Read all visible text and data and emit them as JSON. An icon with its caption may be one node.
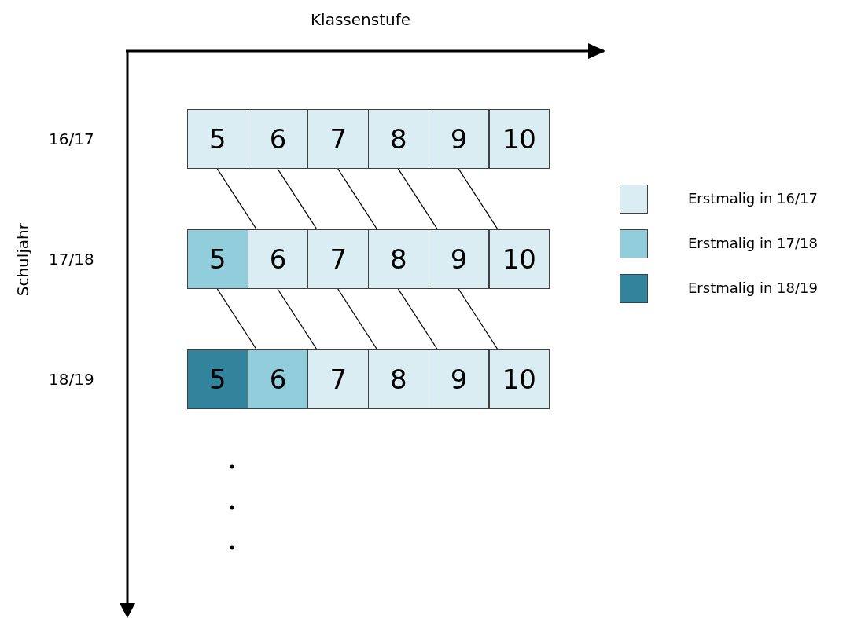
{
  "diagram": {
    "nodes": [
      {
        "text": [
          "5"
        ]
      },
      {
        "text": [
          "6"
        ]
      },
      {
        "text": [
          "7"
        ]
      },
      {
        "text": [
          "8"
        ]
      },
      {
        "text": [
          "9"
        ]
      },
      {
        "text": [
          "10"
        ]
      },
      {
        "text": [
          "5"
        ]
      },
      {
        "text": [
          "6"
        ]
      },
      {
        "text": [
          "7"
        ]
      },
      {
        "text": [
          "8"
        ]
      },
      {
        "text": [
          "9"
        ]
      },
      {
        "text": [
          "10"
        ]
      },
      {
        "text": [
          "5"
        ]
      },
      {
        "text": [
          "6"
        ]
      },
      {
        "text": [
          "7"
        ]
      },
      {
        "text": [
          "8"
        ]
      },
      {
        "text": [
          "9"
        ]
      },
      {
        "text": [
          "10"
        ]
      }
    ],
    "edges": [
      {
        "from": 0,
        "to": 7,
        "arrow": "none"
      },
      {
        "from": 1,
        "to": 8,
        "arrow": "none"
      },
      {
        "from": 2,
        "to": 9,
        "arrow": "none"
      },
      {
        "from": 3,
        "to": 10,
        "arrow": "none"
      },
      {
        "from": 4,
        "to": 11,
        "arrow": "none"
      },
      {
        "from": 6,
        "to": 13,
        "arrow": "none"
      },
      {
        "from": 7,
        "to": 14,
        "arrow": "none"
      },
      {
        "from": 8,
        "to": 15,
        "arrow": "none"
      },
      {
        "from": 9,
        "to": 16,
        "arrow": "none"
      },
      {
        "from": 10,
        "to": 17,
        "arrow": "none"
      }
    ],
    "labels": [
      "Klassenstufe",
      "Schuljahr",
      "16/17",
      "17/18",
      "18/19"
    ],
    "legend": [
      {
        "text": "Erstmalig in 16/17",
        "color": "#daedf3"
      },
      {
        "text": "Erstmalig in 17/18",
        "color": "#92cddc"
      },
      {
        "text": "Erstmalig in 18/19",
        "color": "#31849b"
      }
    ]
  }
}
